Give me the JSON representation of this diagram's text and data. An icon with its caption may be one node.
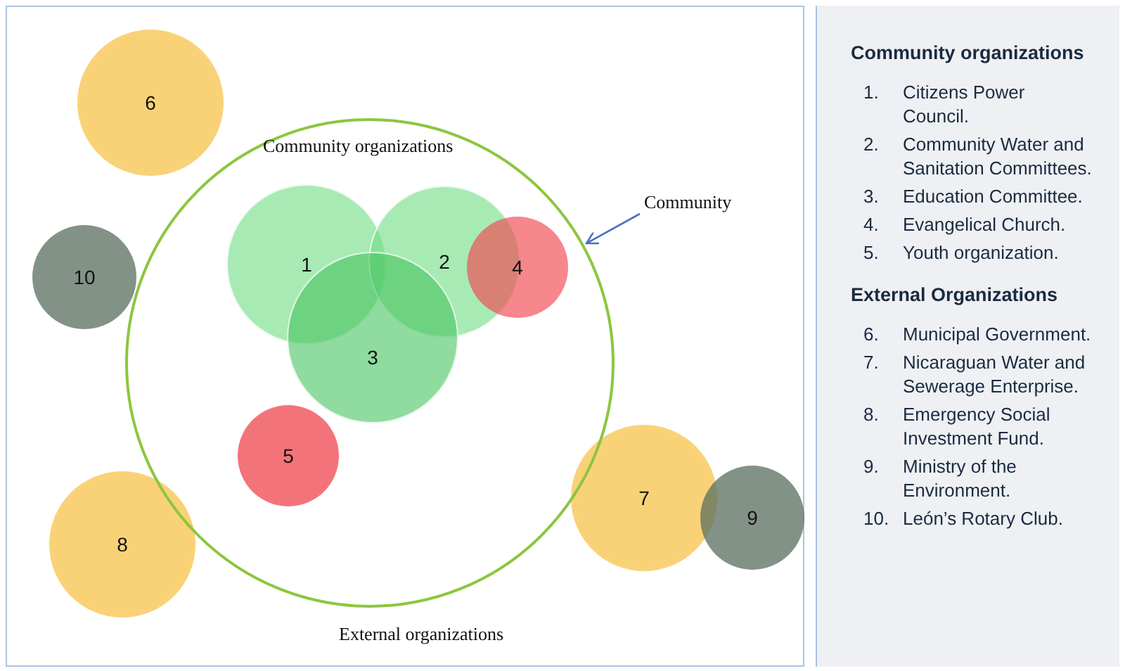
{
  "diagram": {
    "nodes": [
      {
        "text": [
          "Community organizations"
        ]
      },
      {
        "text": [
          "1"
        ],
        "in": 0
      },
      {
        "text": [
          "2"
        ],
        "in": 0
      },
      {
        "text": [
          "3"
        ],
        "in": 0
      },
      {
        "text": [
          "4"
        ],
        "in": 0
      },
      {
        "text": [
          "5"
        ],
        "in": 0
      },
      {
        "text": [
          "6"
        ]
      },
      {
        "text": [
          "10"
        ]
      },
      {
        "text": [
          "8"
        ]
      },
      {
        "text": [
          "7"
        ]
      },
      {
        "text": [
          "9"
        ]
      },
      {
        "text": [
          "Community"
        ]
      }
    ],
    "edges": [
      {
        "from": 11,
        "to": 0,
        "arrow": "to"
      }
    ],
    "labels": [
      "External organizations",
      "Community organizations",
      "1.",
      "Citizens Power Council.",
      "2.",
      "Community Water and Sanitation Committees.",
      "3.",
      "Education Committee.",
      "4.",
      "Evangelical Church.",
      "5.",
      "Youth organization.",
      "External Organizations",
      "6.",
      "Municipal Government.",
      "7.",
      "Nicaraguan Water and Sewerage Enterprise.",
      "8.",
      "Emergency Social Investment Fund.",
      "9.",
      "Ministry of the Environment.",
      "10.",
      "León’s Rotary Club."
    ]
  }
}
